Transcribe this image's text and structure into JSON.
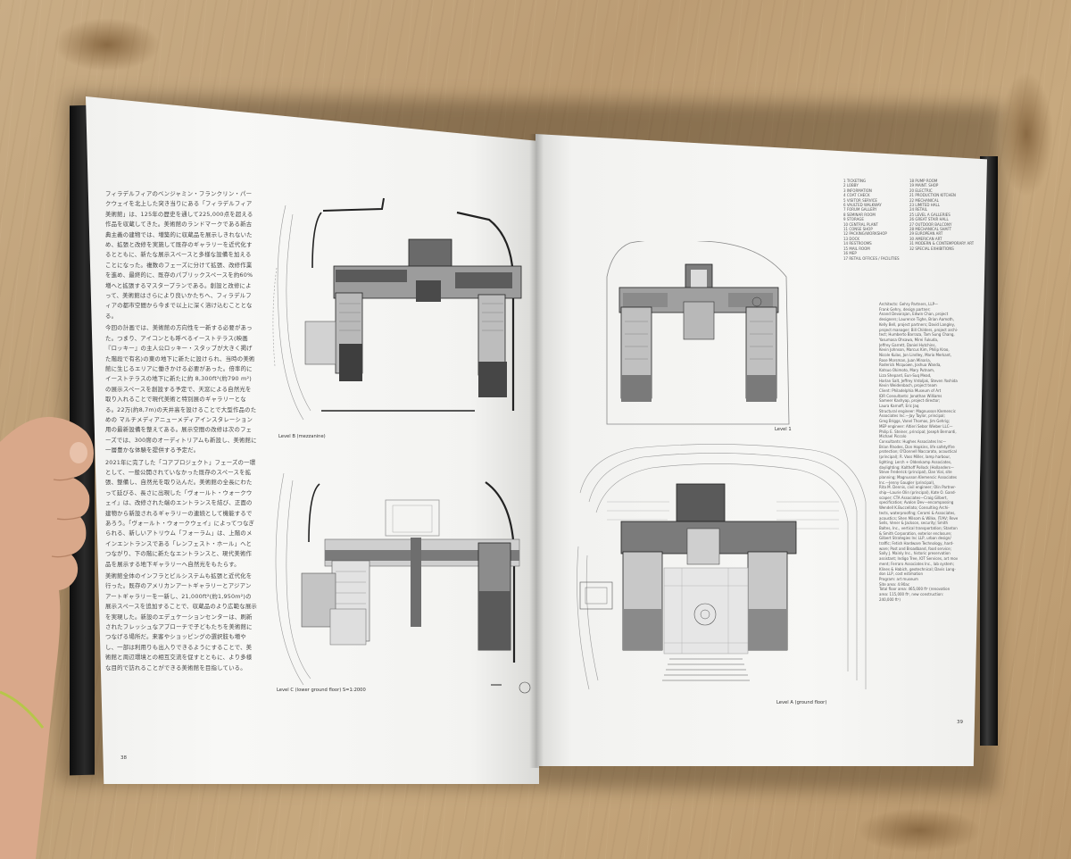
{
  "left_page": {
    "paragraphs": [
      "フィラデルフィアのベンジャミン・フランクリン・パークウェイを北上した突き当りにある「フィラデルフィア美術館」は、125年の歴史を通して225,000点を超える作品を収蔵してきた。美術館のランドマークである新古典主義の建物では、増築的に収蔵品を展示しきれないため、拡張と改修を実施して既存のギャラリーを近代化するとともに、新たな展示スペースと多様な設備を加えることになった。複数のフェーズに分けて拡張、改修作業を進め、最終的に、既存のパブリックスペースを約60%増へと拡張するマスタープランである。創設と改修によって、美術館はさらにより良いかたちへ、フィラデルフィアの都市空間から今まで以上に深く溶け込むこととなる。",
      "今回の計画では、美術館の方向性を一新する必要があった。つまり、アイコンとも呼べるイーストテラス(映画『ロッキー』の主人公ロッキー・スタッブが大きく掲げた階段で有名)の東の地下に新たに設けられ、当時の美術館に生じるエリアに働きかける必要があった。倍率的にイーストテラスの地下に新たに約 8,300ft²(約790 m²)の展示スペースを創設する予定で、天窓による自然光を取り入れることで現代美術と特別展のギャラリーとなる。22万(約8,7m)の天井高を設けることで大型作品のための マルチメディアニューメディアインスタレーション用の最新設備を整えてある。展示空間の改修は次のフェーズでは、300席のオーディトリアムも新設し、美術館に一層豊かな体験を提供する予定だ。",
      "2021年に完了した「コアプロジェクト」フェーズの一環として、一般公開されていなかった既存のスペースを拡張、整備し、自然光を取り込んだ。美術館の全長にわたって延びる、長さに出現した「ヴォールト・ウォークウェイ」は、改修された端のエントランスを結び、正面の建物から新設されるギャラリーの連続として機能するであろう。「ヴォールト・ウォークウェイ」によってつなぎられる、新しいアトリウム「フォーラム」は、上階のメインエントランスである「レンフェスト・ホール」へとつながり、下の階に新たなエントランスと、現代美術作品を展示する地下ギャラリーへ自然光をもたらす。",
      "美術館全体のインフラとビルシステムも拡張と近代化を行った。既存のアメリカンアートギャラリーとアジアンアートギャラリーを一新し、21,000ft²(約1,950m²)の展示スペースを追加することで、収蔵品のより広範な展示を実現した。新設のエデュケーションセンターは、刷新されたフレッシュなアプローチで子どもたちを美術館につなげる場所だ。来客やショッピングの選択肢も増やし、一部は利用りも出入りできるようにすることで、美術館と周辺環境との相互交流を促すとともに、より多様な目的で訪れることができる美術館を目指している。"
    ],
    "caption_top": "Level B (mezzanine)",
    "caption_bottom": "Level C (lower ground floor)  S=1:2000",
    "page_number": "38"
  },
  "right_page": {
    "legend_col1": [
      "1  TICKETING",
      "2  LOBBY",
      "3  INFORMATION",
      "4  COAT CHECK",
      "5  VISITOR SERVICE",
      "6  VAULTED WALKWAY",
      "7  FORUM GALLERY",
      "8  SEMINAR ROOM",
      "9  STORAGE",
      "10  CENTRAL PLANT",
      "11  CONSE SHOP",
      "12  PACKING/WORKSHOP",
      "13  DOCK",
      "14  RESTROOMS",
      "15  MAIL ROOM",
      "16  MEP",
      "17  RETAIL OFFICES / FACILITIES"
    ],
    "legend_col2": [
      "18  PUMP ROOM",
      "19  MAINT. SHOP",
      "20  ELECTRIC",
      "21  PRODUCTION KITCHEN",
      "22  MECHANICAL",
      "23  LIMITED HALL",
      "24  RETAIL",
      "25  LEVEL A GALLERIES",
      "26  GREAT STAIR HALL",
      "27  OUTDOOR BALCONY",
      "28  MECHANICAL SHAFT",
      "29  EUROPEAN ART",
      "30  AMERICAN ART",
      "31  MODERN & CONTEMPORARY ART",
      "32  SPECIAL EXHIBITIONS"
    ],
    "credits": [
      "Architects: Gehry Partners, LLP—",
      "Frank Gehry, design partner;",
      "Anand Devarajan, Edwin Chan, project",
      "designers; Laurence Tighe, Brian Aamoth,",
      "Kelly Bell, project partners; David Langley,",
      "project manager; Bill Childers, project archi-",
      "tect; Humberto Barraza, Tam Sung Chang,",
      "Yasumasa Ohsawa, Mirei Fukuda,",
      "Jeffrey Garrett, Daniel Hutchins,",
      "Kevin Johnson, Marcus Kim, Philip Kroo,",
      "Nicole Kulas, Jon Lindley, Mario Merkant,",
      "Rose Morsman, Juan Minaria,",
      "Roderick Mcquown, Joshua Wanda,",
      "Katsuo Okimoto, Mary Putnam,",
      "Liza Shepard, Eun-Suq Mead,",
      "Harlan Salt, Jeffrey Vrdoljak, Steven Yoshida;",
      "Kevin Weidenbach, project team",
      "Client: Philadelphia Museum of Art",
      "IDR Consultants: Jonathan Williams",
      "Sameer Kashyap, project director;",
      "Laura Karnoff, Eric Jaq",
      "Structural engineer: Magnusson Klemencic",
      "Associates Inc.—Jay Taylor, principal;",
      "Greg Briggs, Vanel Thomas, Jim Gehrig;",
      "MEP engineer: Altieri Sebor Wieber LLC—",
      "Philip E. Steiner, principal; Joseph Bernardi,",
      "Michael Piccolo",
      "Consultants: Hughes Associates Inc—",
      "Brian Rhodes, Don Hopkins, life safety/fire",
      "protection; O'Donnell Naccarato, acoustical",
      "(principal); R. Vass Miller, lamp harbour,",
      "lighting; Lerch + Oldenkamp Associates,",
      "daylighting; Kalthoff Pollock (Hollanders—",
      "Steve Frederick (principal), Dan Vial, site",
      "planning; Magnusson Klemencic Associates",
      "Inc.—Jenny Gaugler (principal),",
      "Rita M. Dennis, civil engineer; Olin Partner-",
      "ship—Laurie Olin (principal), Kate O. Gand-",
      "scaper; CTA Associates—Craig Gilbert,",
      "specification; Avalon Dev—encompassing",
      "Wendell K.Buccellato; Consulting Archi-",
      "tects, waterproofing; Cerami & Associates,",
      "acoustics; Shen Milsom & Wilke, IT/AV; Reve-",
      "Sells, Vener & Jackson, security; Smith",
      "Baltes, Inc., vertical transportation; Stanton",
      "& Smith Corporation, exterior enclosure;",
      "Gilbert Strategies Inc LLP, urban design/",
      "traffic; Fetish Hardware Technology, hard-",
      "ware; Post and Broadband, food service;",
      "Sally J. Mainly Inc., historic preservation",
      "assistant; Indigo Tree, IOT Services, art move-",
      "ment; Ferraro Associates Inc., lab system;",
      "Klines & Habich, geotechnical; Davis Lang-",
      "don LLP, cost estimation",
      "Program: art museum",
      "Site area: 4.90ac",
      "Total floor area: 465,000 ft² (renovation",
      "area: 115,000 ft², new construction:",
      "240,000 ft²)"
    ],
    "caption_top": "Level 1",
    "caption_bottom": "Level A (ground floor)",
    "page_number": "39"
  }
}
